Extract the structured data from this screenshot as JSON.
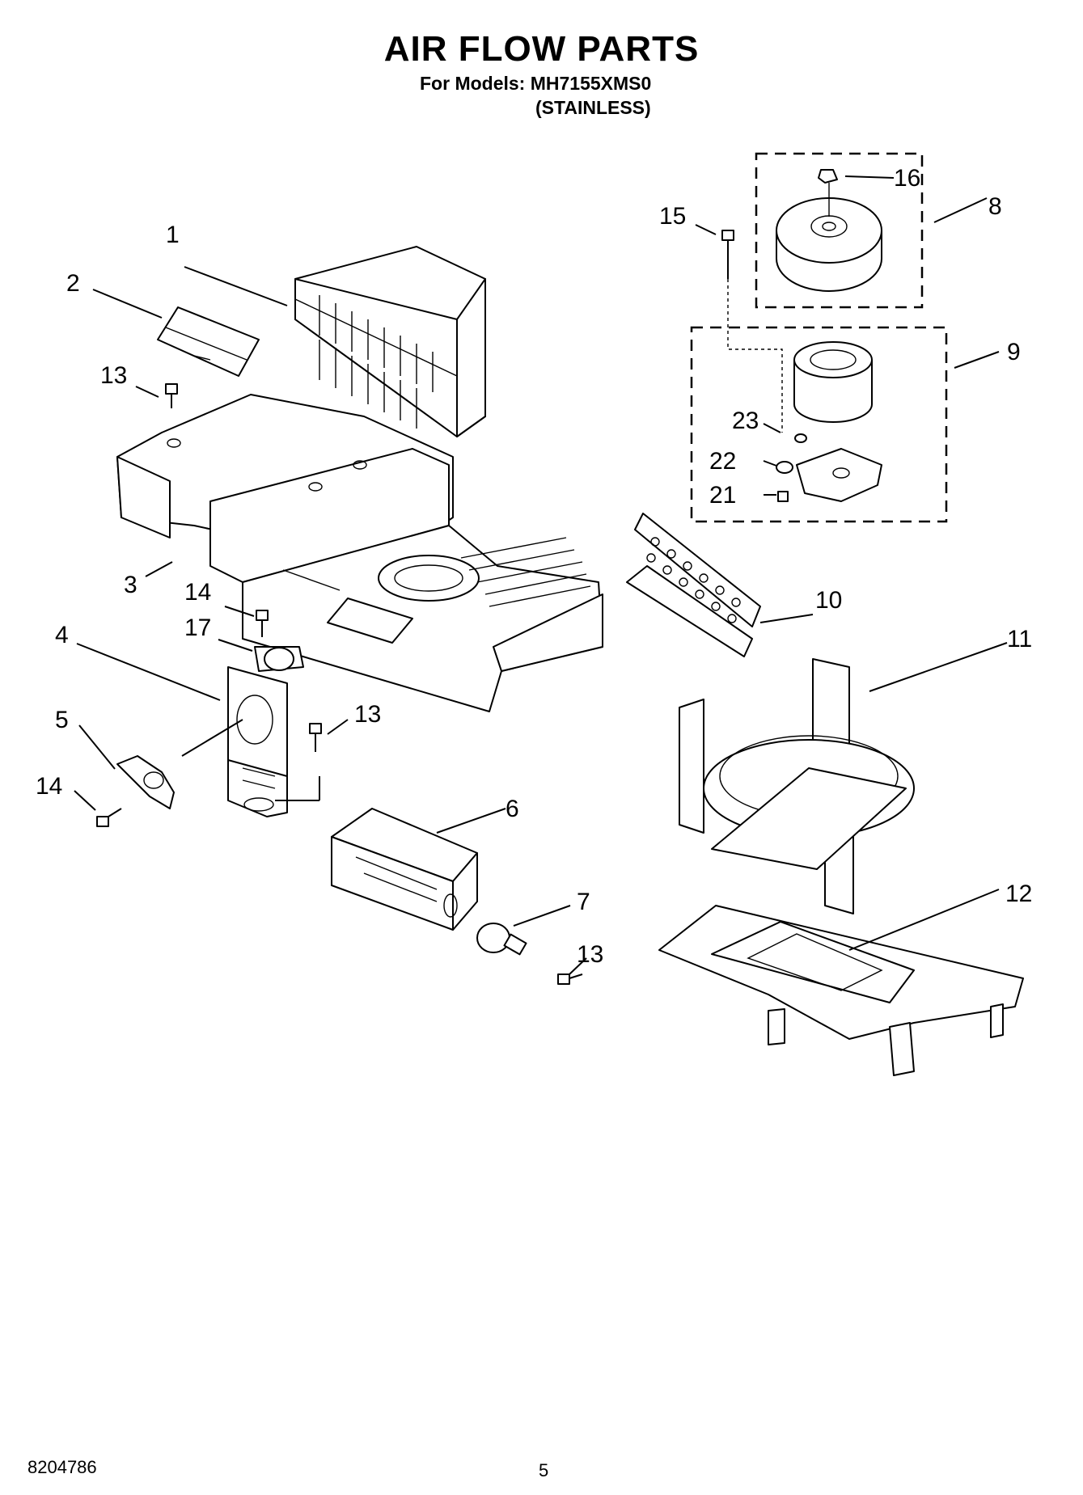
{
  "header": {
    "title": "AIR FLOW PARTS",
    "models_line": "For Models: MH7155XMS0",
    "finish_line": "(STAINLESS)"
  },
  "footer": {
    "doc_number": "8204786",
    "page_number": "5"
  },
  "callouts": {
    "c1": "1",
    "c2": "2",
    "c3": "3",
    "c4": "4",
    "c5": "5",
    "c6": "6",
    "c7": "7",
    "c8": "8",
    "c9": "9",
    "c10": "10",
    "c11": "11",
    "c12": "12",
    "c13a": "13",
    "c13b": "13",
    "c13c": "13",
    "c14a": "14",
    "c14b": "14",
    "c15": "15",
    "c16": "16",
    "c17": "17",
    "c21": "21",
    "c22": "22",
    "c23": "23"
  }
}
